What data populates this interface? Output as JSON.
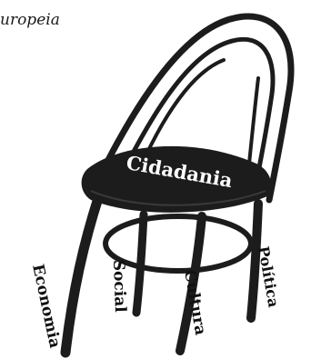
{
  "caption": "uropeia",
  "seat_label": "Cidadania",
  "leg_labels": {
    "economia": "Economia",
    "social": "Social",
    "cultura": "Cultura",
    "politica": "Política"
  },
  "colors": {
    "chair": "#1c1c1c",
    "text_on_chair": "#ffffff",
    "leg_text": "#111111"
  }
}
